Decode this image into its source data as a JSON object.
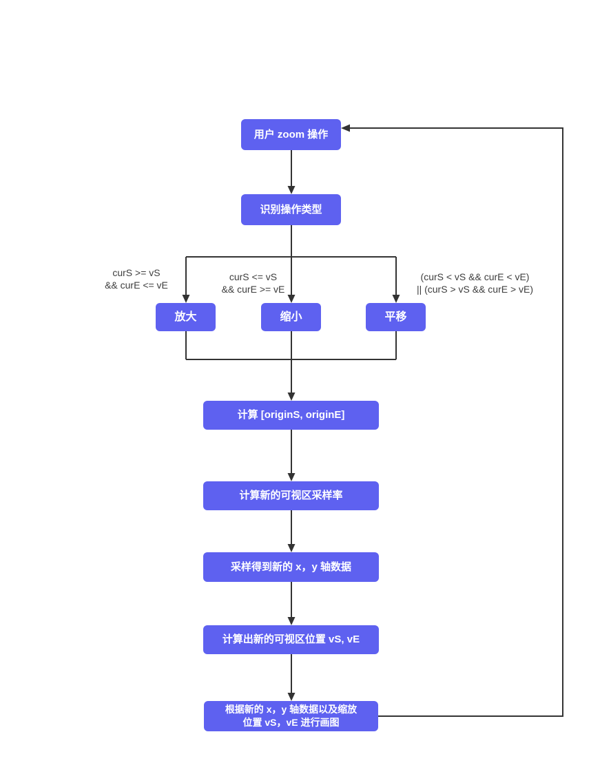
{
  "diagram": {
    "title_hint": "zoom operation flowchart",
    "colors": {
      "node_fill": "#5e61f0",
      "node_text": "#ffffff",
      "connector": "#333333",
      "condition_text": "#3d3d3d",
      "background": "#ffffff"
    },
    "nodes": {
      "user_zoom": {
        "label": "用户 zoom 操作"
      },
      "detect_type": {
        "label": "识别操作类型"
      },
      "zoom_in": {
        "label": "放大"
      },
      "zoom_out": {
        "label": "缩小"
      },
      "pan": {
        "label": "平移"
      },
      "calc_origin": {
        "label": "计算 [originS, originE]"
      },
      "calc_sample_rate": {
        "label": "计算新的可视区采样率"
      },
      "sample_axis_data": {
        "label": "采样得到新的 x，y 轴数据"
      },
      "calc_viewport": {
        "label": "计算出新的可视区位置 vS, vE"
      },
      "draw": {
        "label_line1": "根据新的 x，y 轴数据以及缩放",
        "label_line2": "位置 vS，vE 进行画图"
      }
    },
    "conditions": {
      "zoom_in": {
        "line1": "curS >= vS",
        "line2": "&& curE <= vE"
      },
      "zoom_out": {
        "line1": "curS <= vS",
        "line2": "&& curE >= vE"
      },
      "pan": {
        "line1": "(curS < vS && curE < vE)",
        "line2": "|| (curS > vS && curE > vE)"
      }
    }
  }
}
